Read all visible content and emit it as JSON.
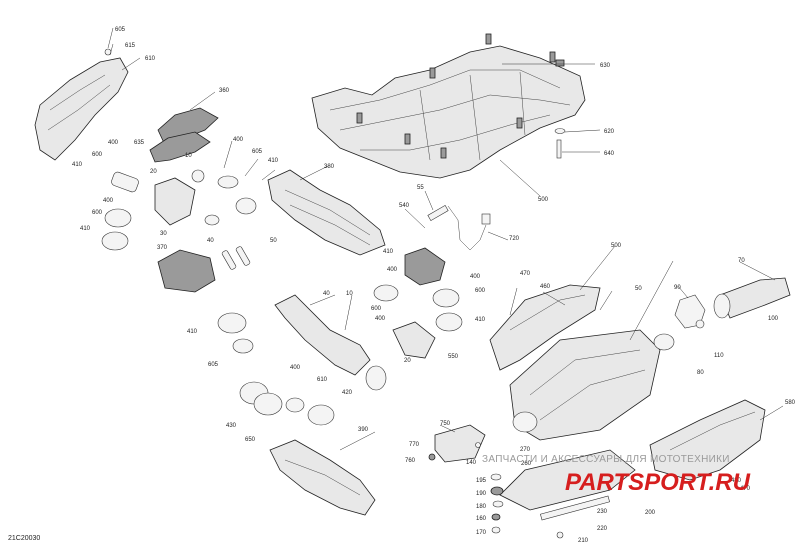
{
  "figure_code": "21C20030",
  "watermark": {
    "tagline": "ЗАПЧАСТИ И АКСЕССУАРЫ ДЛЯ МОТОТЕХНИКИ",
    "logo": "PARTSPORT.RU"
  },
  "callouts": [
    {
      "id": "c605",
      "text": "605"
    },
    {
      "id": "c615",
      "text": "615"
    },
    {
      "id": "c610",
      "text": "610"
    },
    {
      "id": "c360",
      "text": "360"
    },
    {
      "id": "c400a",
      "text": "400"
    },
    {
      "id": "c635",
      "text": "635"
    },
    {
      "id": "c600a",
      "text": "600"
    },
    {
      "id": "c410a",
      "text": "410"
    },
    {
      "id": "c400b",
      "text": "400"
    },
    {
      "id": "c600b",
      "text": "600"
    },
    {
      "id": "c410b",
      "text": "410"
    },
    {
      "id": "c10a",
      "text": "10"
    },
    {
      "id": "c20a",
      "text": "20"
    },
    {
      "id": "c30",
      "text": "30"
    },
    {
      "id": "c400c",
      "text": "400"
    },
    {
      "id": "c605b",
      "text": "605"
    },
    {
      "id": "c410c",
      "text": "410"
    },
    {
      "id": "c370",
      "text": "370"
    },
    {
      "id": "c40a",
      "text": "40"
    },
    {
      "id": "c50a",
      "text": "50"
    },
    {
      "id": "c380",
      "text": "380"
    },
    {
      "id": "c630",
      "text": "630"
    },
    {
      "id": "c620",
      "text": "620"
    },
    {
      "id": "c640",
      "text": "640"
    },
    {
      "id": "c500",
      "text": "500"
    },
    {
      "id": "c55",
      "text": "55"
    },
    {
      "id": "c540",
      "text": "540"
    },
    {
      "id": "c720",
      "text": "720"
    },
    {
      "id": "c410d",
      "text": "410"
    },
    {
      "id": "c400d",
      "text": "400"
    },
    {
      "id": "c600c",
      "text": "600"
    },
    {
      "id": "c400e",
      "text": "400"
    },
    {
      "id": "c600d",
      "text": "600"
    },
    {
      "id": "c410e",
      "text": "410"
    },
    {
      "id": "c550",
      "text": "550"
    },
    {
      "id": "c400f",
      "text": "400"
    },
    {
      "id": "c40b",
      "text": "40"
    },
    {
      "id": "c10b",
      "text": "10"
    },
    {
      "id": "c410f",
      "text": "410"
    },
    {
      "id": "c605c",
      "text": "605"
    },
    {
      "id": "c20b",
      "text": "20"
    },
    {
      "id": "c430",
      "text": "430"
    },
    {
      "id": "c650",
      "text": "650"
    },
    {
      "id": "c400g",
      "text": "400"
    },
    {
      "id": "c610b",
      "text": "610"
    },
    {
      "id": "c420",
      "text": "420"
    },
    {
      "id": "c390",
      "text": "390"
    },
    {
      "id": "c470a",
      "text": "470"
    },
    {
      "id": "c460",
      "text": "460"
    },
    {
      "id": "c500b",
      "text": "500"
    },
    {
      "id": "c50b",
      "text": "50"
    },
    {
      "id": "c70",
      "text": "70"
    },
    {
      "id": "c90",
      "text": "90"
    },
    {
      "id": "c100",
      "text": "100"
    },
    {
      "id": "c110",
      "text": "110"
    },
    {
      "id": "c80",
      "text": "80"
    },
    {
      "id": "c580",
      "text": "580"
    },
    {
      "id": "c750",
      "text": "750"
    },
    {
      "id": "c770",
      "text": "770"
    },
    {
      "id": "c760",
      "text": "760"
    },
    {
      "id": "c270",
      "text": "270"
    },
    {
      "id": "c140",
      "text": "140"
    },
    {
      "id": "c260",
      "text": "260"
    },
    {
      "id": "c195",
      "text": "195"
    },
    {
      "id": "c190",
      "text": "190"
    },
    {
      "id": "c180",
      "text": "180"
    },
    {
      "id": "c160",
      "text": "160"
    },
    {
      "id": "c170",
      "text": "170"
    },
    {
      "id": "c230",
      "text": "230"
    },
    {
      "id": "c220",
      "text": "220"
    },
    {
      "id": "c200",
      "text": "200"
    },
    {
      "id": "c210",
      "text": "210"
    },
    {
      "id": "c480",
      "text": "480"
    },
    {
      "id": "c470b",
      "text": "470"
    }
  ]
}
